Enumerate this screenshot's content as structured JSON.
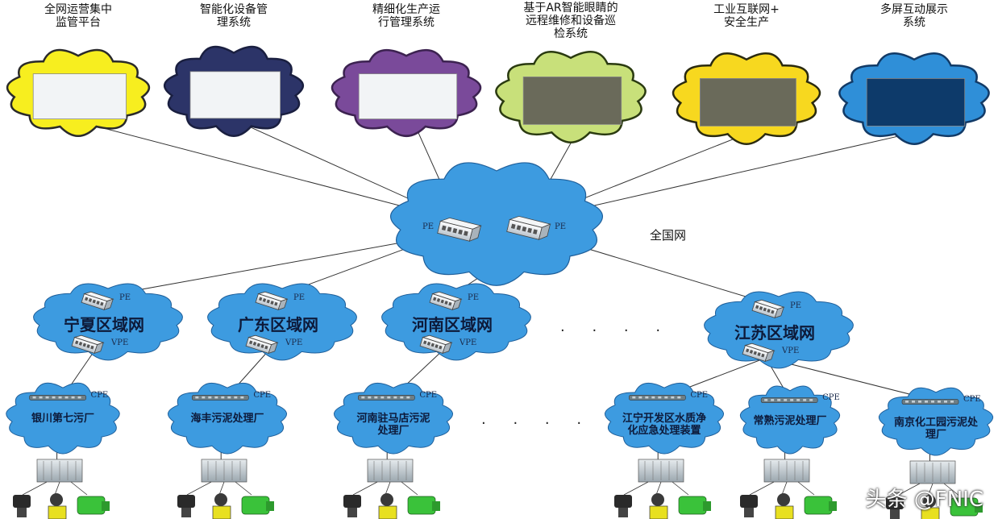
{
  "systems": [
    {
      "label": "全网运营集中\n监管平台",
      "color": "#f7ee1f",
      "stroke": "#2a2a2a"
    },
    {
      "label": "智能化设备管\n理系统",
      "color": "#2c3468",
      "stroke": "#1a1f40"
    },
    {
      "label": "精细化生产运\n行管理系统",
      "color": "#7a4a9a",
      "stroke": "#3c2250"
    },
    {
      "label": "基于AR智能眼睛的\n远程维修和设备巡\n检系统",
      "color": "#c8e07a",
      "stroke": "#2a3a10"
    },
    {
      "label": "工业互联网+\n安全生产",
      "color": "#f7d81f",
      "stroke": "#2a2a10"
    },
    {
      "label": "多屏互动展示\n系统",
      "color": "#2f8fd8",
      "stroke": "#123a66"
    }
  ],
  "national": {
    "label": "全国网",
    "pe_left": "PE",
    "pe_right": "PE",
    "color": "#3d9be0"
  },
  "regions": [
    {
      "name": "宁夏区域网",
      "pe": "PE",
      "vpe": "VPE"
    },
    {
      "name": "广东区域网",
      "pe": "PE",
      "vpe": "VPE"
    },
    {
      "name": "河南区域网",
      "pe": "PE",
      "vpe": "VPE"
    },
    {
      "name": "江苏区域网",
      "pe": "PE",
      "vpe": "VPE"
    }
  ],
  "plants": [
    {
      "name": "银川第七污厂",
      "cpe": "CPE"
    },
    {
      "name": "海丰污泥处理厂",
      "cpe": "CPE"
    },
    {
      "name": "河南驻马店污泥\n处理厂",
      "cpe": "CPE"
    },
    {
      "name": "江宁开发区水质净\n化应急处理装置",
      "cpe": "CPE"
    },
    {
      "name": "常熟污泥处理厂",
      "cpe": "CPE"
    },
    {
      "name": "南京化工园污泥处\n理厂",
      "cpe": "CPE"
    }
  ],
  "ellipsis": "· · · ·",
  "ellipsis2": "· · · ·",
  "watermark": "头条 @FNIC",
  "colors": {
    "cloud_blue": "#3d9be0",
    "cloud_stroke": "#1f5f9a",
    "device_green": "#3ac23a",
    "device_yellow": "#e8e020"
  }
}
